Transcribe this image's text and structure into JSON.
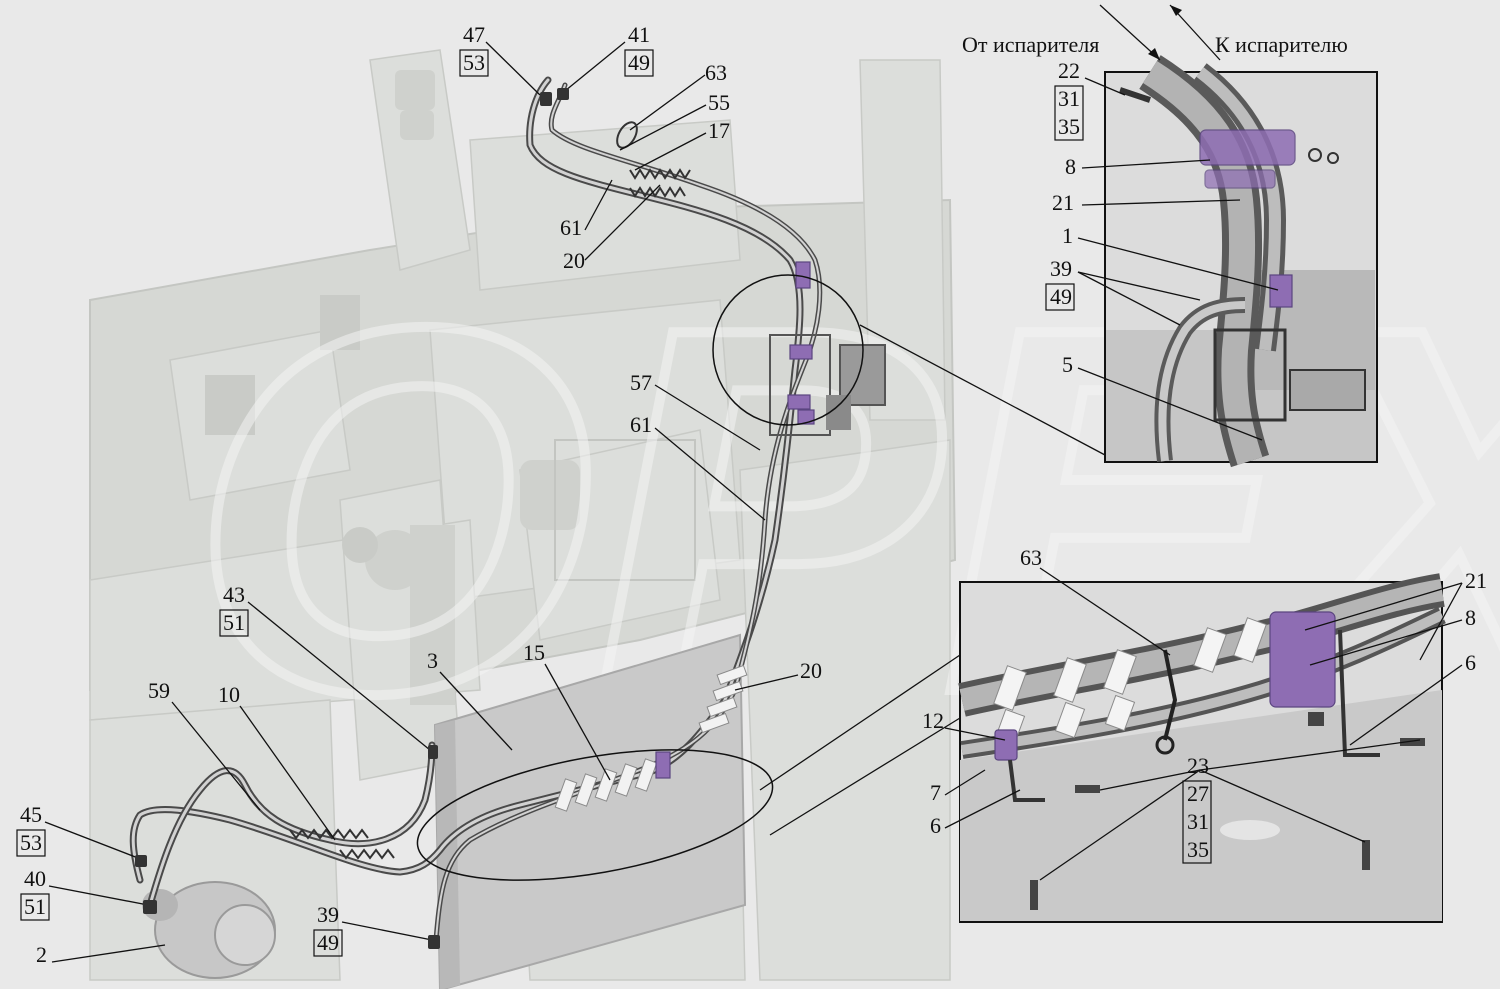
{
  "header": {
    "from_evaporator": "От испарителя",
    "to_evaporator": "К испарителю"
  },
  "callouts": {
    "c47_53": {
      "top": "47",
      "bottom": "53"
    },
    "c41_49": {
      "top": "41",
      "bottom": "49"
    },
    "c63": "63",
    "c55": "55",
    "c17": "17",
    "c61": "61",
    "c20": "20",
    "c57": "57",
    "c61b": "61",
    "c43_51": {
      "top": "43",
      "bottom": "51"
    },
    "c3": "3",
    "c15": "15",
    "c20b": "20",
    "c59": "59",
    "c10": "10",
    "c45_53": {
      "top": "45",
      "bottom": "53"
    },
    "c40_51": {
      "top": "40",
      "bottom": "51"
    },
    "c39_49b": {
      "top": "39",
      "bottom": "49"
    },
    "c2": "2"
  },
  "inset_top": {
    "c22": {
      "top": "22",
      "mid": "31",
      "bottom": "35"
    },
    "c8": "8",
    "c21": "21",
    "c1": "1",
    "c39_49": {
      "top": "39",
      "bottom": "49"
    },
    "c5": "5"
  },
  "inset_bottom": {
    "c63": "63",
    "c21": "21",
    "c8": "8",
    "c6a": "6",
    "c12": "12",
    "c7": "7",
    "c6b": "6",
    "c23": {
      "top": "23",
      "l2": "27",
      "l3": "31",
      "l4": "35"
    }
  },
  "watermark": "ОРЕХ",
  "colors": {
    "clamp": "#8e6db3",
    "pipe": "#4a4a4a",
    "ghost": "#d6d8d4"
  }
}
